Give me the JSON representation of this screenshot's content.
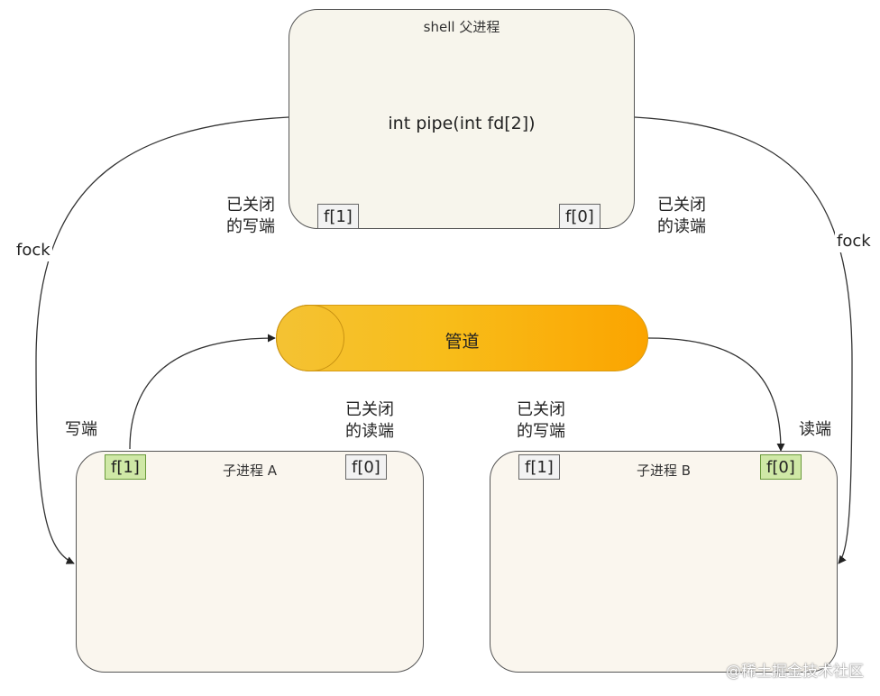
{
  "parent": {
    "title": "shell 父进程",
    "func": "int pipe(int fd[2])",
    "fd_write": "f[1]",
    "fd_read": "f[0]",
    "closed_write": [
      "已关闭",
      "的写端"
    ],
    "closed_read": [
      "已关闭",
      "的读端"
    ]
  },
  "fork_left": "fock",
  "fork_right": "fock",
  "pipe": {
    "label": "管道"
  },
  "child_a": {
    "title": "子进程 A",
    "fd_write": "f[1]",
    "fd_read": "f[0]",
    "write_end": "写端",
    "closed_read": [
      "已关闭",
      "的读端"
    ]
  },
  "child_b": {
    "title": "子进程 B",
    "fd_write": "f[1]",
    "fd_read": "f[0]",
    "read_end": "读端",
    "closed_write": [
      "已关闭",
      "的写端"
    ]
  },
  "watermark": "@稀土掘金技术社区",
  "colors": {
    "pipe_start": "#f4c233",
    "pipe_end": "#fba400",
    "active_fd": "#cfe8a6",
    "box_fill": "#f7f5ec"
  }
}
